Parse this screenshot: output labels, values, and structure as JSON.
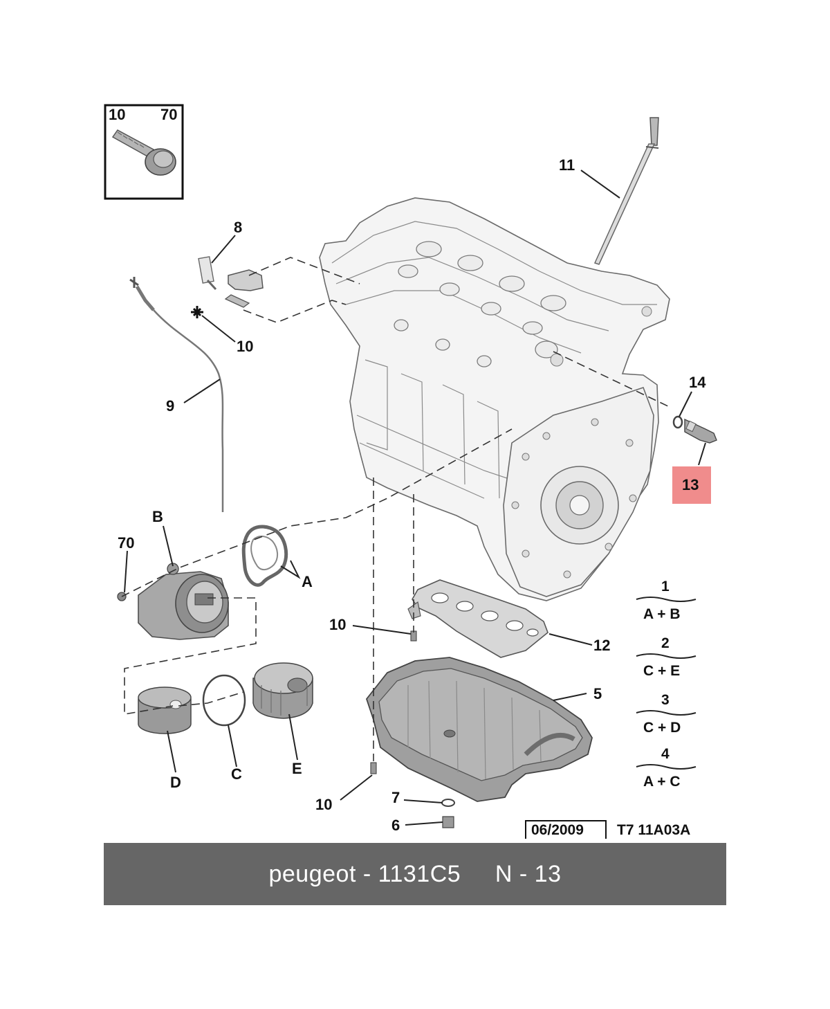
{
  "bolt_box": {
    "left_label": "10",
    "right_label": "70"
  },
  "callouts": {
    "p11": "11",
    "p8": "8",
    "p10a": "10",
    "p9": "9",
    "p14": "14",
    "p13": "13",
    "pB": "B",
    "p70": "70",
    "pA": "A",
    "p10b": "10",
    "p12": "12",
    "p5": "5",
    "pD": "D",
    "pC": "C",
    "pE": "E",
    "p10c": "10",
    "p7": "7",
    "p6": "6"
  },
  "highlight_color": "#f08c8c",
  "kit_legend": [
    {
      "num": "1",
      "combo": "A + B"
    },
    {
      "num": "2",
      "combo": "C + E"
    },
    {
      "num": "3",
      "combo": "C + D"
    },
    {
      "num": "4",
      "combo": "A + C"
    }
  ],
  "date_stamp": "06/2009",
  "drawing_ref": "T7 11A03A",
  "footer": {
    "text": "peugeot - 1131C5     N - 13",
    "bg_color": "#666666"
  }
}
